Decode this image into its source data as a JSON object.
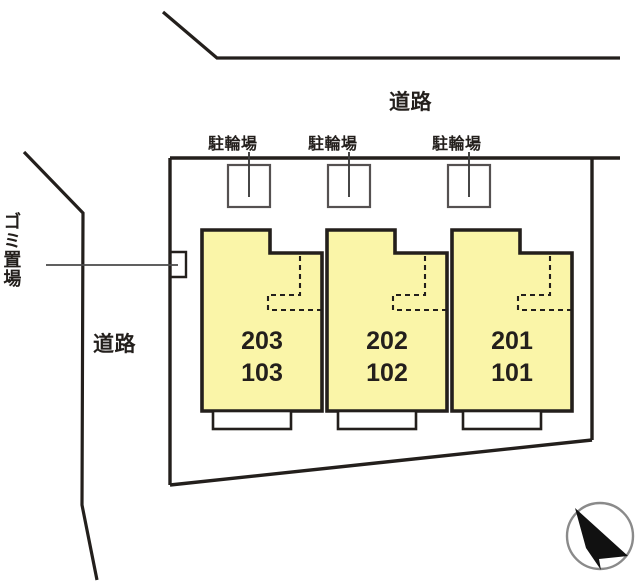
{
  "document": {
    "type": "site-layout-plan",
    "title": "配置図",
    "background_color": "#ffffff",
    "line_color": "#231f1c",
    "building_fill_color": "#faf5a8",
    "building_stroke_color": "#231f1c"
  },
  "labels": {
    "road_top": "道路",
    "road_left": "道路",
    "garbage_area": "ゴミ置場",
    "bicycle_parking_1": "駐輪場",
    "bicycle_parking_2": "駐輪場",
    "bicycle_parking_3": "駐輪場"
  },
  "buildings": [
    {
      "id": "block-west",
      "upper_unit": "203",
      "lower_unit": "103",
      "units_text": "203\n103"
    },
    {
      "id": "block-center",
      "upper_unit": "202",
      "lower_unit": "102",
      "units_text": "202\n102"
    },
    {
      "id": "block-east",
      "upper_unit": "201",
      "lower_unit": "101",
      "units_text": "201\n101"
    }
  ],
  "compass": {
    "name": "north-arrow",
    "shape": "circle-with-arrow",
    "direction": "pointing-lower-right"
  }
}
